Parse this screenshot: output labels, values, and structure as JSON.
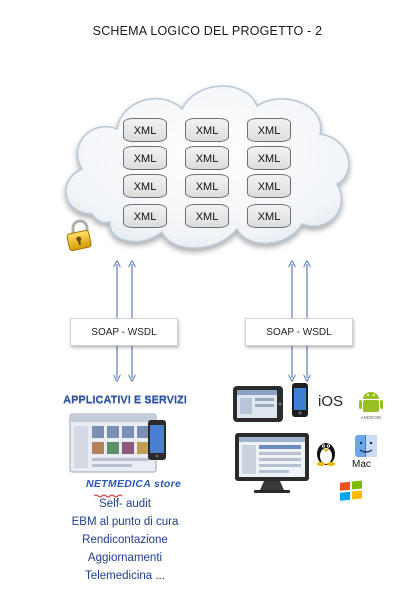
{
  "title": "SCHEMA LOGICO DEL PROGETTO - 2",
  "cloud": {
    "columns": [
      [
        "XML",
        "XML",
        "XML",
        "XML"
      ],
      [
        "XML",
        "XML",
        "XML",
        "XML"
      ],
      [
        "XML",
        "XML",
        "XML",
        "XML"
      ]
    ]
  },
  "connectors": {
    "left_label": "SOAP - WSDL",
    "right_label": "SOAP - WSDL"
  },
  "left_panel": {
    "heading": "APPLICATIVI E SERVIZI",
    "store_logo_text": "NETMEDICA store",
    "items": [
      "Self- audit",
      "EBM al punto di cura",
      "Rendicontazione",
      "Aggiornamenti",
      "Telemedicina ..."
    ]
  },
  "right_panel": {
    "ios_label": "iOS",
    "android_label": "ANDROID",
    "mac_label": "Mac"
  },
  "colors": {
    "cloud_edge": "#b9c7d6",
    "arrow": "#5b7fb8",
    "heading": "#2c4f9a",
    "list_text": "#1f3e8e"
  }
}
